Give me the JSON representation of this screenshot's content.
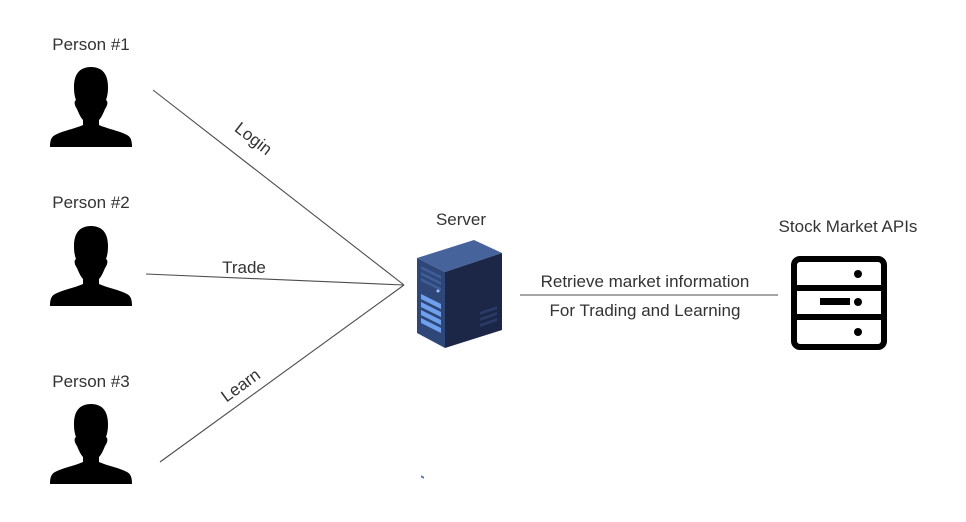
{
  "persons": [
    {
      "label": "Person #1"
    },
    {
      "label": "Person #2"
    },
    {
      "label": "Person #3"
    }
  ],
  "server": {
    "label": "Server"
  },
  "api": {
    "label": "Stock Market APIs"
  },
  "edges": {
    "login": "Login",
    "trade": "Trade",
    "learn": "Learn",
    "retrieve": "Retrieve market information",
    "purpose": "For Trading and Learning"
  },
  "colors": {
    "person_fill": "#000000",
    "server_dark": "#1c2747",
    "server_front": "#2f4778",
    "server_light": "#5a89d6",
    "api_stroke": "#000000",
    "line": "#4d4d4d",
    "text": "#333333"
  }
}
